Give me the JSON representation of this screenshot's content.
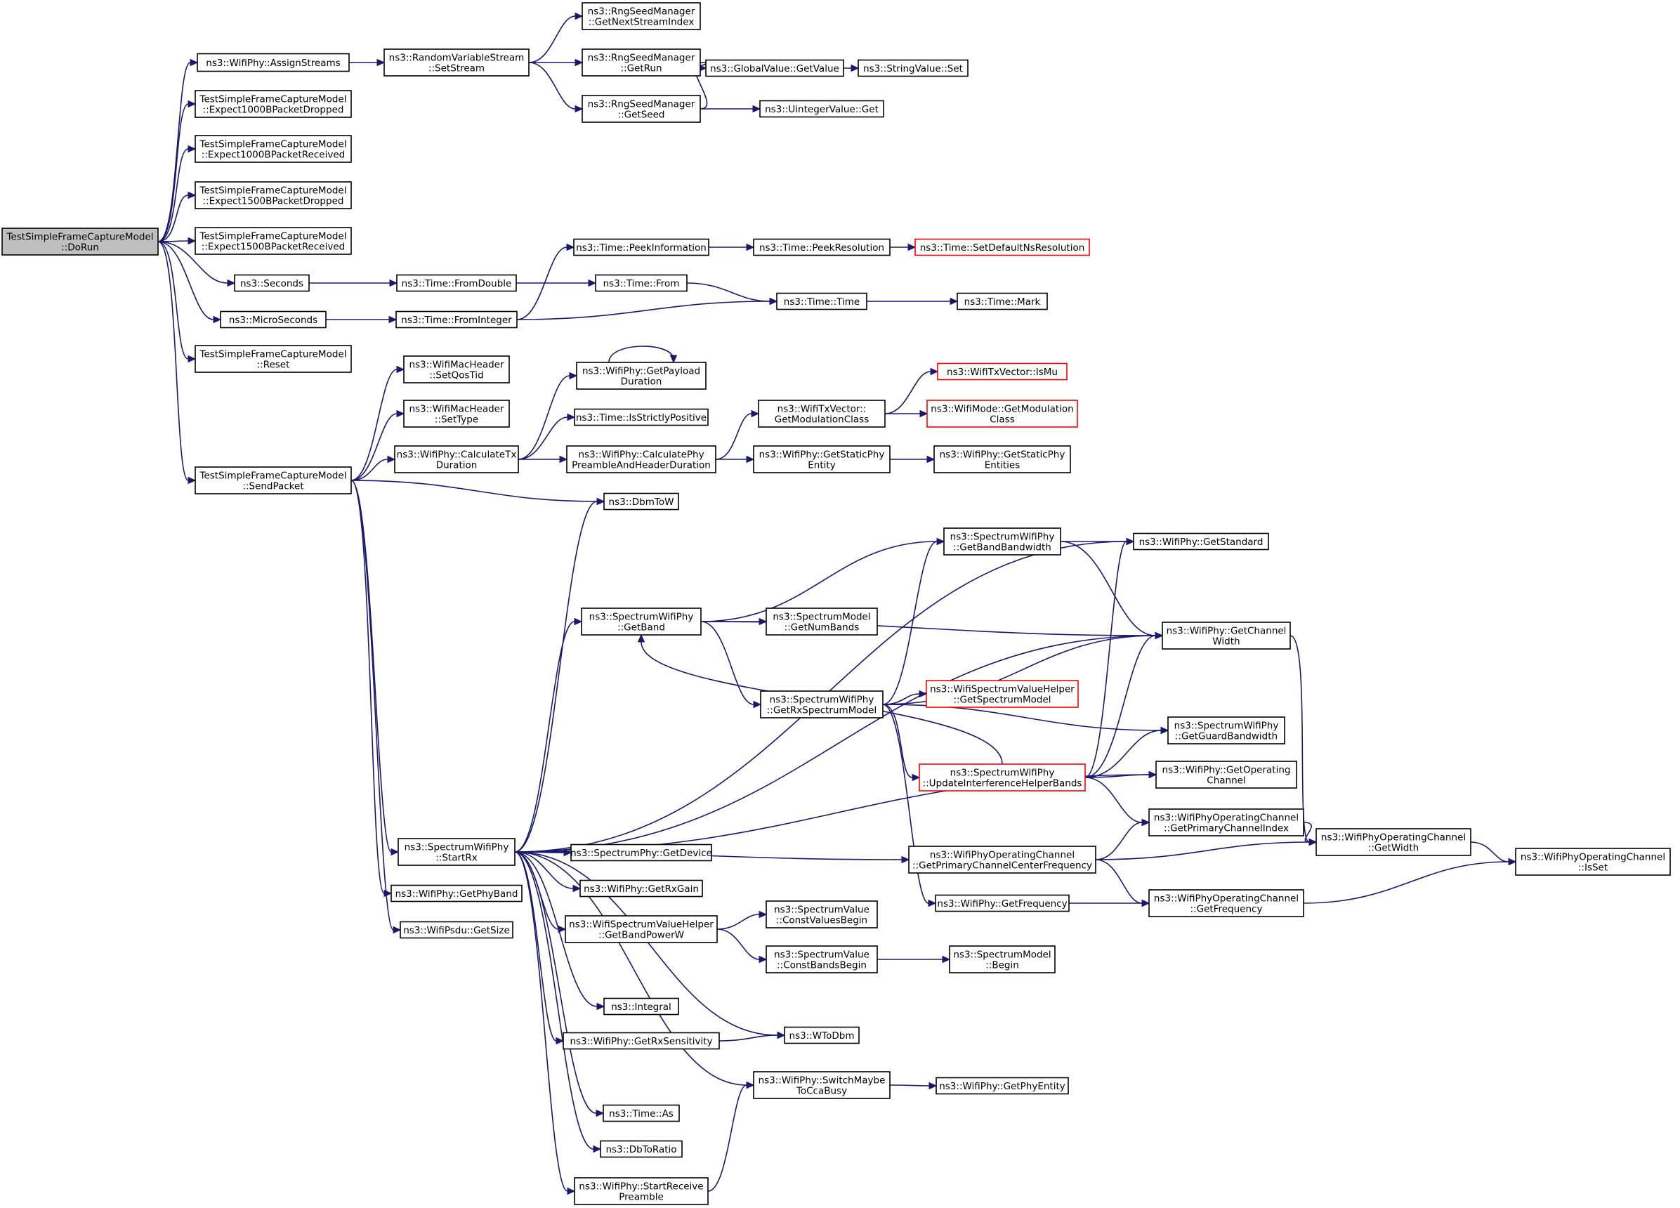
{
  "diagram": {
    "nodes": [
      {
        "id": "doRun",
        "lines": [
          "TestSimpleFrameCaptureModel",
          "::DoRun"
        ],
        "style": "root"
      },
      {
        "id": "assignStreams",
        "lines": [
          "ns3::WifiPhy::AssignStreams"
        ]
      },
      {
        "id": "exp1000Dropped",
        "lines": [
          "TestSimpleFrameCaptureModel",
          "::Expect1000BPacketDropped"
        ]
      },
      {
        "id": "exp1000Received",
        "lines": [
          "TestSimpleFrameCaptureModel",
          "::Expect1000BPacketReceived"
        ]
      },
      {
        "id": "exp1500Dropped",
        "lines": [
          "TestSimpleFrameCaptureModel",
          "::Expect1500BPacketDropped"
        ]
      },
      {
        "id": "exp1500Received",
        "lines": [
          "TestSimpleFrameCaptureModel",
          "::Expect1500BPacketReceived"
        ]
      },
      {
        "id": "seconds",
        "lines": [
          "ns3::Seconds"
        ]
      },
      {
        "id": "microSeconds",
        "lines": [
          "ns3::MicroSeconds"
        ]
      },
      {
        "id": "reset",
        "lines": [
          "TestSimpleFrameCaptureModel",
          "::Reset"
        ]
      },
      {
        "id": "sendPacket",
        "lines": [
          "TestSimpleFrameCaptureModel",
          "::SendPacket"
        ]
      },
      {
        "id": "setStream",
        "lines": [
          "ns3::RandomVariableStream",
          "::SetStream"
        ]
      },
      {
        "id": "getNextStreamIndex",
        "lines": [
          "ns3::RngSeedManager",
          "::GetNextStreamIndex"
        ]
      },
      {
        "id": "getRun",
        "lines": [
          "ns3::RngSeedManager",
          "::GetRun"
        ]
      },
      {
        "id": "getSeed",
        "lines": [
          "ns3::RngSeedManager",
          "::GetSeed"
        ]
      },
      {
        "id": "globalGetValue",
        "lines": [
          "ns3::GlobalValue::GetValue"
        ]
      },
      {
        "id": "uintegerGet",
        "lines": [
          "ns3::UintegerValue::Get"
        ]
      },
      {
        "id": "stringSet",
        "lines": [
          "ns3::StringValue::Set"
        ]
      },
      {
        "id": "fromDouble",
        "lines": [
          "ns3::Time::FromDouble"
        ]
      },
      {
        "id": "fromInteger",
        "lines": [
          "ns3::Time::FromInteger"
        ]
      },
      {
        "id": "peekInformation",
        "lines": [
          "ns3::Time::PeekInformation"
        ]
      },
      {
        "id": "timeFrom",
        "lines": [
          "ns3::Time::From"
        ]
      },
      {
        "id": "peekResolution",
        "lines": [
          "ns3::Time::PeekResolution"
        ]
      },
      {
        "id": "setDefaultNsResolution",
        "lines": [
          "ns3::Time::SetDefaultNsResolution"
        ],
        "style": "red"
      },
      {
        "id": "timeTime",
        "lines": [
          "ns3::Time::Time"
        ]
      },
      {
        "id": "timeMark",
        "lines": [
          "ns3::Time::Mark"
        ]
      },
      {
        "id": "setQosTid",
        "lines": [
          "ns3::WifiMacHeader",
          "::SetQosTid"
        ]
      },
      {
        "id": "setType",
        "lines": [
          "ns3::WifiMacHeader",
          "::SetType"
        ]
      },
      {
        "id": "calculateTxDuration",
        "lines": [
          "ns3::WifiPhy::CalculateTx",
          "Duration"
        ]
      },
      {
        "id": "getPayloadDuration",
        "lines": [
          "ns3::WifiPhy::GetPayload",
          "Duration"
        ]
      },
      {
        "id": "isStrictlyPositive",
        "lines": [
          "ns3::Time::IsStrictlyPositive"
        ]
      },
      {
        "id": "calcPhyPreamble",
        "lines": [
          "ns3::WifiPhy::CalculatePhy",
          "PreambleAndHeaderDuration"
        ]
      },
      {
        "id": "getModulationClass",
        "lines": [
          "ns3::WifiTxVector::",
          "GetModulationClass"
        ]
      },
      {
        "id": "getStaticPhyEntity",
        "lines": [
          "ns3::WifiPhy::GetStaticPhy",
          "Entity"
        ]
      },
      {
        "id": "isMu",
        "lines": [
          "ns3::WifiTxVector::IsMu"
        ],
        "style": "red"
      },
      {
        "id": "wifiModeGetModClass",
        "lines": [
          "ns3::WifiMode::GetModulation",
          "Class"
        ],
        "style": "red"
      },
      {
        "id": "getStaticPhyEntities",
        "lines": [
          "ns3::WifiPhy::GetStaticPhy",
          "Entities"
        ]
      },
      {
        "id": "dbmToW",
        "lines": [
          "ns3::DbmToW"
        ]
      },
      {
        "id": "getBandBandwidth",
        "lines": [
          "ns3::SpectrumWifiPhy",
          "::GetBandBandwidth"
        ]
      },
      {
        "id": "getStandard",
        "lines": [
          "ns3::WifiPhy::GetStandard"
        ]
      },
      {
        "id": "getBand",
        "lines": [
          "ns3::SpectrumWifiPhy",
          "::GetBand"
        ]
      },
      {
        "id": "getNumBands",
        "lines": [
          "ns3::SpectrumModel",
          "::GetNumBands"
        ]
      },
      {
        "id": "getChannelWidth",
        "lines": [
          "ns3::WifiPhy::GetChannel",
          "Width"
        ]
      },
      {
        "id": "getRxSpectrumModel",
        "lines": [
          "ns3::SpectrumWifiPhy",
          "::GetRxSpectrumModel"
        ]
      },
      {
        "id": "getSpectrumModel",
        "lines": [
          "ns3::WifiSpectrumValueHelper",
          "::GetSpectrumModel"
        ],
        "style": "red"
      },
      {
        "id": "getGuardBandwidth",
        "lines": [
          "ns3::SpectrumWifiPhy",
          "::GetGuardBandwidth"
        ]
      },
      {
        "id": "updateInterference",
        "lines": [
          "ns3::SpectrumWifiPhy",
          "::UpdateInterferenceHelperBands"
        ],
        "style": "red"
      },
      {
        "id": "getOperatingChannel",
        "lines": [
          "ns3::WifiPhy::GetOperating",
          "Channel"
        ]
      },
      {
        "id": "getPrimaryChannelIndex",
        "lines": [
          "ns3::WifiPhyOperatingChannel",
          "::GetPrimaryChannelIndex"
        ]
      },
      {
        "id": "getPrimaryChannelCenterFreq",
        "lines": [
          "ns3::WifiPhyOperatingChannel",
          "::GetPrimaryChannelCenterFrequency"
        ]
      },
      {
        "id": "opGetWidth",
        "lines": [
          "ns3::WifiPhyOperatingChannel",
          "::GetWidth"
        ]
      },
      {
        "id": "opIsSet",
        "lines": [
          "ns3::WifiPhyOperatingChannel",
          "::IsSet"
        ]
      },
      {
        "id": "wifiGetFrequency",
        "lines": [
          "ns3::WifiPhy::GetFrequency"
        ]
      },
      {
        "id": "opGetFrequency",
        "lines": [
          "ns3::WifiPhyOperatingChannel",
          "::GetFrequency"
        ]
      },
      {
        "id": "startRx",
        "lines": [
          "ns3::SpectrumWifiPhy",
          "::StartRx"
        ]
      },
      {
        "id": "getDevice",
        "lines": [
          "ns3::SpectrumPhy::GetDevice"
        ]
      },
      {
        "id": "getRxGain",
        "lines": [
          "ns3::WifiPhy::GetRxGain"
        ]
      },
      {
        "id": "getBandPowerW",
        "lines": [
          "ns3::WifiSpectrumValueHelper",
          "::GetBandPowerW"
        ]
      },
      {
        "id": "constValuesBegin",
        "lines": [
          "ns3::SpectrumValue",
          "::ConstValuesBegin"
        ]
      },
      {
        "id": "constBandsBegin",
        "lines": [
          "ns3::SpectrumValue",
          "::ConstBandsBegin"
        ]
      },
      {
        "id": "spectrumModelBegin",
        "lines": [
          "ns3::SpectrumModel",
          "::Begin"
        ]
      },
      {
        "id": "integral",
        "lines": [
          "ns3::Integral"
        ]
      },
      {
        "id": "getRxSensitivity",
        "lines": [
          "ns3::WifiPhy::GetRxSensitivity"
        ]
      },
      {
        "id": "wToDbm",
        "lines": [
          "ns3::WToDbm"
        ]
      },
      {
        "id": "switchMaybeToCcaBusy",
        "lines": [
          "ns3::WifiPhy::SwitchMaybe",
          "ToCcaBusy"
        ]
      },
      {
        "id": "getPhyEntity",
        "lines": [
          "ns3::WifiPhy::GetPhyEntity"
        ]
      },
      {
        "id": "timeAs",
        "lines": [
          "ns3::Time::As"
        ]
      },
      {
        "id": "dbToRatio",
        "lines": [
          "ns3::DbToRatio"
        ]
      },
      {
        "id": "startReceivePreamble",
        "lines": [
          "ns3::WifiPhy::StartReceive",
          "Preamble"
        ]
      },
      {
        "id": "getPhyBand",
        "lines": [
          "ns3::WifiPhy::GetPhyBand"
        ]
      },
      {
        "id": "psduGetSize",
        "lines": [
          "ns3::WifiPsdu::GetSize"
        ]
      }
    ],
    "edges": [
      [
        "doRun",
        "assignStreams"
      ],
      [
        "doRun",
        "exp1000Dropped"
      ],
      [
        "doRun",
        "exp1000Received"
      ],
      [
        "doRun",
        "exp1500Dropped"
      ],
      [
        "doRun",
        "exp1500Received"
      ],
      [
        "doRun",
        "seconds"
      ],
      [
        "doRun",
        "microSeconds"
      ],
      [
        "doRun",
        "reset"
      ],
      [
        "doRun",
        "sendPacket"
      ],
      [
        "assignStreams",
        "setStream"
      ],
      [
        "setStream",
        "getNextStreamIndex"
      ],
      [
        "setStream",
        "getRun"
      ],
      [
        "setStream",
        "getSeed"
      ],
      [
        "getRun",
        "globalGetValue"
      ],
      [
        "getSeed",
        "globalGetValue"
      ],
      [
        "getSeed",
        "uintegerGet"
      ],
      [
        "globalGetValue",
        "stringSet"
      ],
      [
        "seconds",
        "fromDouble"
      ],
      [
        "microSeconds",
        "fromInteger"
      ],
      [
        "fromDouble",
        "timeFrom"
      ],
      [
        "fromInteger",
        "peekInformation"
      ],
      [
        "fromInteger",
        "timeTime"
      ],
      [
        "peekInformation",
        "peekResolution"
      ],
      [
        "peekResolution",
        "setDefaultNsResolution"
      ],
      [
        "timeFrom",
        "timeTime"
      ],
      [
        "timeTime",
        "timeMark"
      ],
      [
        "sendPacket",
        "setQosTid"
      ],
      [
        "sendPacket",
        "setType"
      ],
      [
        "sendPacket",
        "calculateTxDuration"
      ],
      [
        "sendPacket",
        "dbmToW"
      ],
      [
        "sendPacket",
        "startRx"
      ],
      [
        "sendPacket",
        "getPhyBand"
      ],
      [
        "sendPacket",
        "psduGetSize"
      ],
      [
        "calculateTxDuration",
        "getPayloadDuration"
      ],
      [
        "calculateTxDuration",
        "isStrictlyPositive"
      ],
      [
        "calculateTxDuration",
        "calcPhyPreamble"
      ],
      [
        "getPayloadDuration",
        "getPayloadDuration"
      ],
      [
        "calcPhyPreamble",
        "getModulationClass"
      ],
      [
        "calcPhyPreamble",
        "getStaticPhyEntity"
      ],
      [
        "getModulationClass",
        "isMu"
      ],
      [
        "getModulationClass",
        "wifiModeGetModClass"
      ],
      [
        "getStaticPhyEntity",
        "getStaticPhyEntities"
      ],
      [
        "getBand",
        "getBandBandwidth"
      ],
      [
        "getBand",
        "getChannelWidth"
      ],
      [
        "getBand",
        "getNumBands"
      ],
      [
        "getBand",
        "getRxSpectrumModel"
      ],
      [
        "getBandBandwidth",
        "getStandard"
      ],
      [
        "getBandBandwidth",
        "getChannelWidth"
      ],
      [
        "getRxSpectrumModel",
        "getBandBandwidth"
      ],
      [
        "getRxSpectrumModel",
        "getChannelWidth"
      ],
      [
        "getRxSpectrumModel",
        "getSpectrumModel"
      ],
      [
        "getRxSpectrumModel",
        "getGuardBandwidth"
      ],
      [
        "getRxSpectrumModel",
        "updateInterference"
      ],
      [
        "getRxSpectrumModel",
        "wifiGetFrequency"
      ],
      [
        "updateInterference",
        "getBand"
      ],
      [
        "updateInterference",
        "getStandard"
      ],
      [
        "updateInterference",
        "getChannelWidth"
      ],
      [
        "updateInterference",
        "getGuardBandwidth"
      ],
      [
        "updateInterference",
        "getOperatingChannel"
      ],
      [
        "updateInterference",
        "getPrimaryChannelIndex"
      ],
      [
        "getChannelWidth",
        "opGetWidth"
      ],
      [
        "getPrimaryChannelIndex",
        "opGetWidth"
      ],
      [
        "getPrimaryChannelCenterFreq",
        "getPrimaryChannelIndex"
      ],
      [
        "getPrimaryChannelCenterFreq",
        "opGetWidth"
      ],
      [
        "getPrimaryChannelCenterFreq",
        "opGetFrequency"
      ],
      [
        "opGetWidth",
        "opIsSet"
      ],
      [
        "opGetFrequency",
        "opIsSet"
      ],
      [
        "wifiGetFrequency",
        "opGetFrequency"
      ],
      [
        "startRx",
        "dbmToW"
      ],
      [
        "startRx",
        "getStandard"
      ],
      [
        "startRx",
        "getBand"
      ],
      [
        "startRx",
        "getChannelWidth"
      ],
      [
        "startRx",
        "getOperatingChannel"
      ],
      [
        "startRx",
        "getPrimaryChannelCenterFreq"
      ],
      [
        "startRx",
        "getDevice"
      ],
      [
        "startRx",
        "getRxGain"
      ],
      [
        "startRx",
        "getBandPowerW"
      ],
      [
        "startRx",
        "integral"
      ],
      [
        "startRx",
        "getRxSensitivity"
      ],
      [
        "startRx",
        "wToDbm"
      ],
      [
        "startRx",
        "switchMaybeToCcaBusy"
      ],
      [
        "startRx",
        "timeAs"
      ],
      [
        "startRx",
        "dbToRatio"
      ],
      [
        "startRx",
        "startReceivePreamble"
      ],
      [
        "getBandPowerW",
        "constValuesBegin"
      ],
      [
        "getBandPowerW",
        "constBandsBegin"
      ],
      [
        "constBandsBegin",
        "spectrumModelBegin"
      ],
      [
        "getRxSensitivity",
        "wToDbm"
      ],
      [
        "switchMaybeToCcaBusy",
        "getPhyEntity"
      ],
      [
        "startReceivePreamble",
        "switchMaybeToCcaBusy"
      ]
    ]
  }
}
